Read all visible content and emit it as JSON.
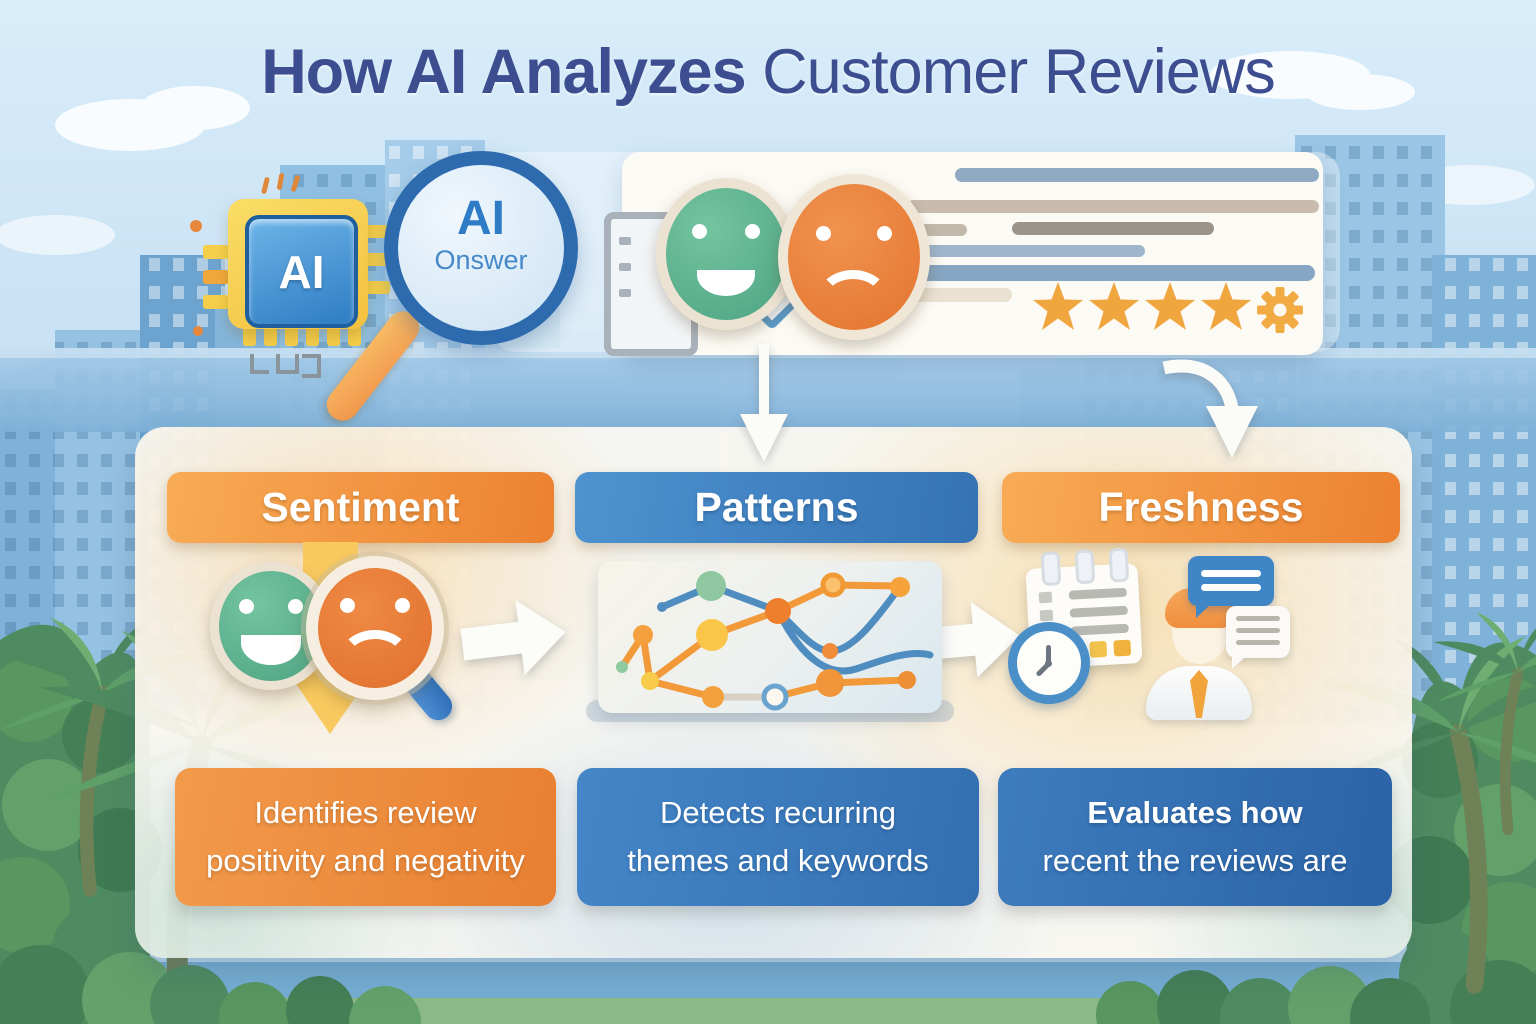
{
  "title": {
    "emphasis": "How AI Analyzes",
    "rest": " Customer Reviews"
  },
  "hero": {
    "chip_label": "AI",
    "magnifier_title": "AI",
    "magnifier_subtitle": "Onswer",
    "rating": {
      "filled_stars": 4,
      "fifth_icon": "gear-star"
    },
    "icons": [
      "ai-chip-icon",
      "magnifier-icon",
      "happy-face-icon",
      "sad-face-icon",
      "review-card",
      "star-rating"
    ]
  },
  "columns": [
    {
      "header": "Sentiment",
      "description_line1": "Identifies review",
      "description_line2": "positivity and negativity",
      "icon": "happy-sad-faces-with-magnifier",
      "header_color": "#f09040",
      "description_color": "#ef8c3e"
    },
    {
      "header": "Patterns",
      "description_line1": "Detects recurring",
      "description_line2": "themes and keywords",
      "icon": "line-chart",
      "header_color": "#4183c4",
      "description_color": "#3a79bb"
    },
    {
      "header": "Freshness",
      "description_line1": "Evaluates how",
      "description_line2": "recent the reviews are",
      "icon": "calendar-clock-person-chat",
      "header_color": "#f09040",
      "description_color": "#2f6cb0"
    }
  ],
  "colors": {
    "title_text": "#3c4d90",
    "orange_accent": "#ef8c3e",
    "blue_accent": "#3a79bb",
    "dark_blue_accent": "#2b63a6",
    "star_orange": "#f0a63e",
    "happy_green": "#57b18c",
    "sad_orange": "#e9803f",
    "chip_yellow": "#f6cf4a",
    "magnifier_blue": "#2d6bae"
  }
}
